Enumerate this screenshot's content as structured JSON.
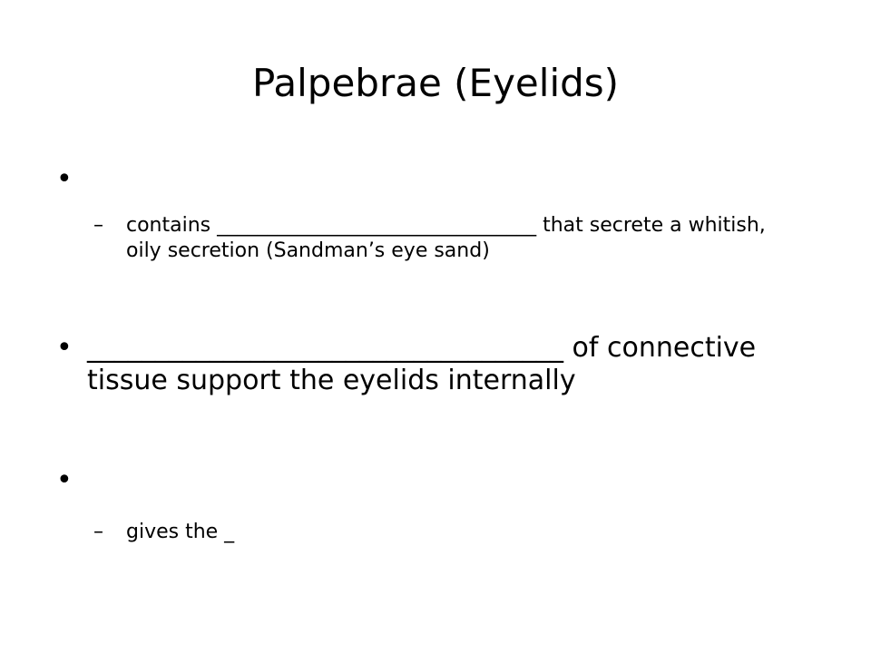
{
  "slide": {
    "title": "Palpebrae (Eyelids)",
    "items": [
      {
        "level": 1,
        "marker": "•",
        "text": ""
      },
      {
        "level": 2,
        "marker": "–",
        "text": "contains ________________________________ that secrete a whitish, oily secretion (Sandman’s eye sand)"
      },
      {
        "level": 1,
        "marker": "•",
        "text": "___________________________________ of connective tissue support the eyelids internally"
      },
      {
        "level": 1,
        "marker": "•",
        "text": ""
      },
      {
        "level": 2,
        "marker": "–",
        "text": "gives the _"
      }
    ]
  }
}
